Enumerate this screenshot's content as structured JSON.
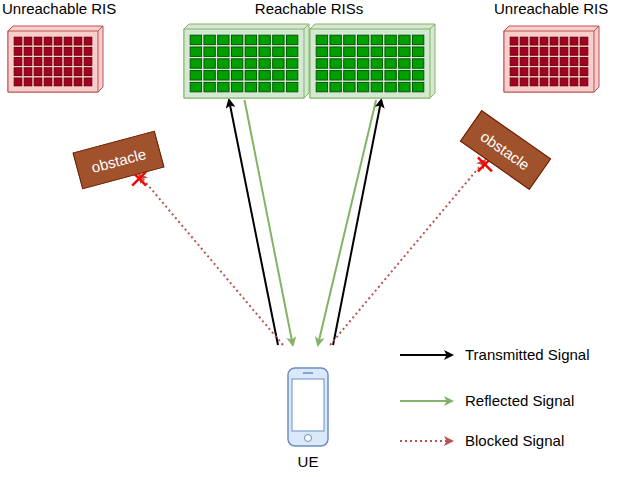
{
  "diagram": {
    "nodes": [
      {
        "text": [
          "Unreachable RIS"
        ]
      },
      {
        "text": [
          "Reachable RISs"
        ]
      },
      {
        "text": [
          "Unreachable RIS"
        ]
      },
      {
        "text": [
          "obstacle"
        ]
      },
      {
        "text": [
          "obstacle"
        ]
      },
      {
        "text": [
          "UE"
        ]
      }
    ],
    "edges": [
      {
        "from": 5,
        "to": 1,
        "arrow": "to"
      },
      {
        "from": 1,
        "to": 5,
        "arrow": "to"
      },
      {
        "from": 1,
        "to": 5,
        "arrow": "to"
      },
      {
        "from": 5,
        "to": 1,
        "arrow": "to"
      },
      {
        "from": 5,
        "to": 3,
        "arrow": "to"
      },
      {
        "from": 5,
        "to": 4,
        "arrow": "to"
      }
    ],
    "legend": [
      {
        "text": "Transmitted Signal"
      },
      {
        "text": "Reflected Signal"
      },
      {
        "text": "Blocked Signal"
      }
    ]
  }
}
